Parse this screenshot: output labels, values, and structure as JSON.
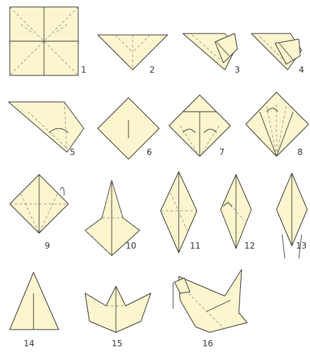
{
  "steps": [
    {
      "id": 1,
      "label": "1"
    },
    {
      "id": 2,
      "label": "2"
    },
    {
      "id": 3,
      "label": "3"
    },
    {
      "id": 4,
      "label": "4"
    },
    {
      "id": 5,
      "label": "5"
    },
    {
      "id": 6,
      "label": "6"
    },
    {
      "id": 7,
      "label": "7"
    },
    {
      "id": 8,
      "label": "8"
    },
    {
      "id": 9,
      "label": "9"
    },
    {
      "id": 10,
      "label": "10"
    },
    {
      "id": 11,
      "label": "11"
    },
    {
      "id": 12,
      "label": "12"
    },
    {
      "id": 13,
      "label": "13"
    },
    {
      "id": 14,
      "label": "14"
    },
    {
      "id": 15,
      "label": "15"
    },
    {
      "id": 16,
      "label": "16"
    }
  ],
  "colors": {
    "paper": "#fcf6cf",
    "line": "#333333",
    "background": "#ffffff"
  }
}
